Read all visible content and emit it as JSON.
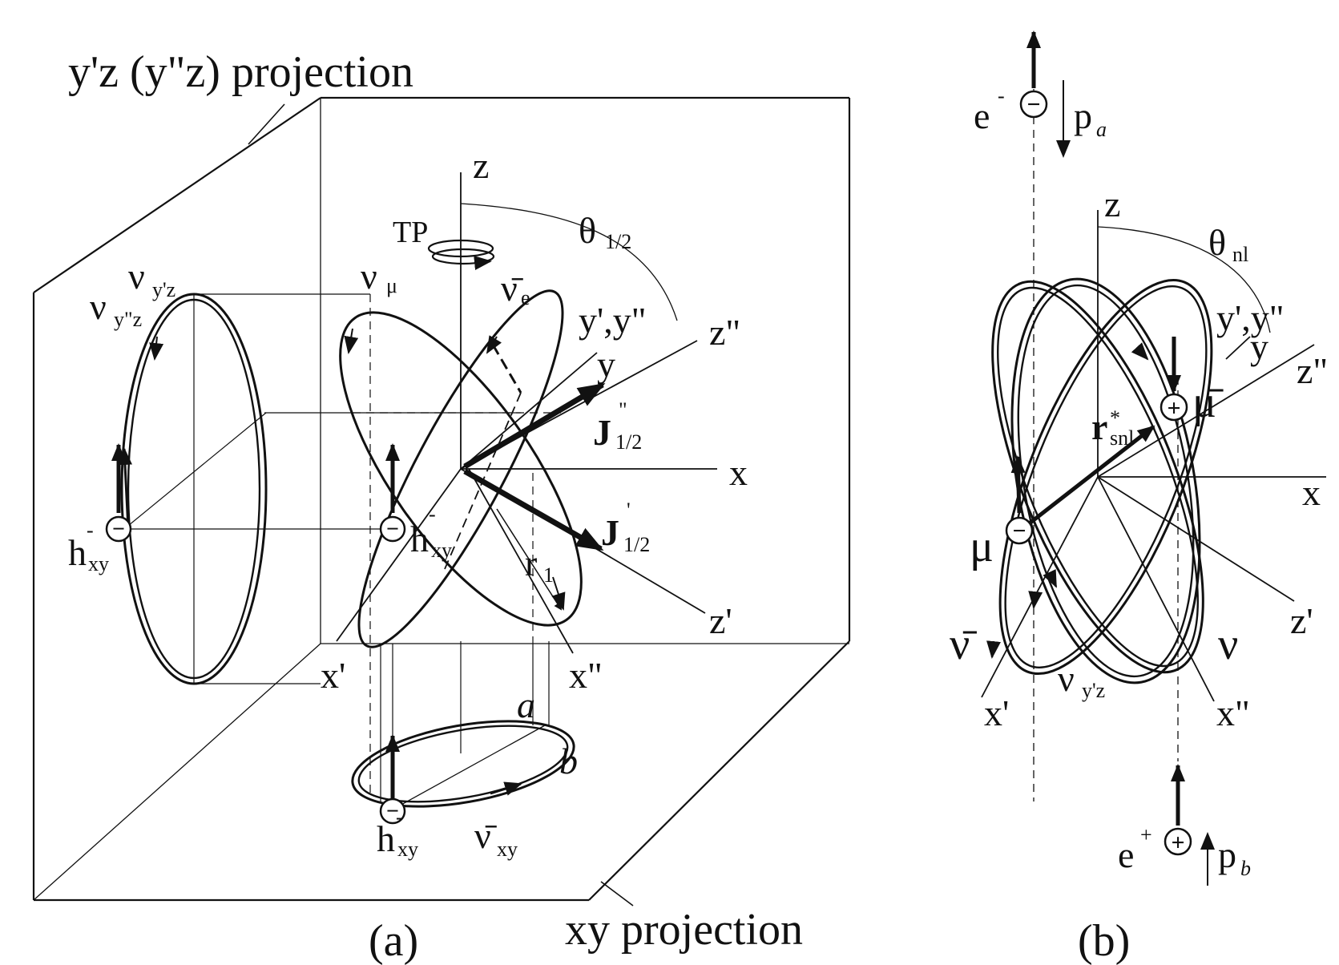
{
  "panel_a": {
    "caption": "(a)",
    "projection_yz": "y'z (y\"z) projection",
    "projection_xy": "xy projection",
    "axis_z": "z",
    "axis_x": "x",
    "axis_y": "y",
    "axis_y_primes": "y',y\"",
    "axis_z_dprime": "z\"",
    "axis_z_prime": "z'",
    "axis_x_prime": "x'",
    "axis_x_dprime": "x\"",
    "theta": "θ",
    "theta_sub": "1/2",
    "tp": "TP",
    "nu_mu": "ν",
    "nu_mu_sub": "μ",
    "nu_e": "ν̄",
    "nu_e_sub": "e",
    "nu_yz": "ν",
    "nu_yz_sub": "y'z",
    "nu_yzz": "ν",
    "nu_yzz_sub": "y\"z",
    "j_dprime": "J",
    "j_dprime_sup": "\"",
    "j_prime": "J",
    "j_prime_sup": "'",
    "j_sub": "1/2",
    "r1": "r",
    "r1_sub": "1",
    "h_left": "h",
    "h_center": "h",
    "h_bottom": "h",
    "h_sup": "-",
    "h_sub": "xy",
    "a_label": "a",
    "b_label": "b",
    "nu_xy": "ν̄",
    "nu_xy_sub": "xy",
    "minus_sign": "−"
  },
  "panel_b": {
    "caption": "(b)",
    "e_minus": "e",
    "e_minus_sup": "-",
    "p_a": "p",
    "p_a_sub": "a",
    "e_plus": "e",
    "e_plus_sup": "+",
    "p_b": "p",
    "p_b_sub": "b",
    "axis_z": "z",
    "axis_x": "x",
    "axis_y": "y",
    "axis_y_primes": "y',y\"",
    "axis_z_dprime": "z\"",
    "axis_z_prime": "z'",
    "axis_x_prime": "x'",
    "axis_x_dprime": "x\"",
    "theta": "θ",
    "theta_sub": "nl",
    "mu": "μ",
    "mu_bar": "μ̄",
    "r_snl": "r",
    "r_snl_sup": "*",
    "r_snl_sub": "snl",
    "nu_bar_left": "ν̄",
    "nu_right": "ν",
    "nu_yz": "ν",
    "nu_yz_sub": "y'z",
    "plus_sign": "+",
    "minus_sign": "−"
  }
}
